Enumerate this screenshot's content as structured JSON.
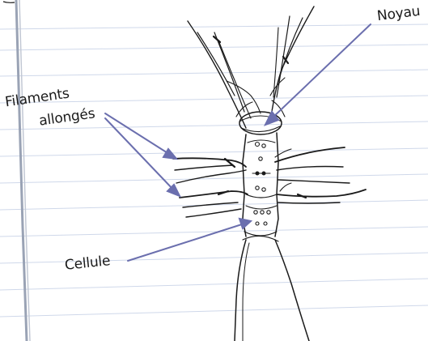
{
  "annotations": {
    "noyau": "Noyau",
    "filaments_line1": "Filaments",
    "filaments_line2": "allongés",
    "cellule": "Cellule"
  },
  "colors": {
    "arrow": "#6b6fae",
    "ink": "#1a1a1a",
    "ruled_line": "#cfd8ea",
    "margin_line": "#9aa3b5"
  }
}
